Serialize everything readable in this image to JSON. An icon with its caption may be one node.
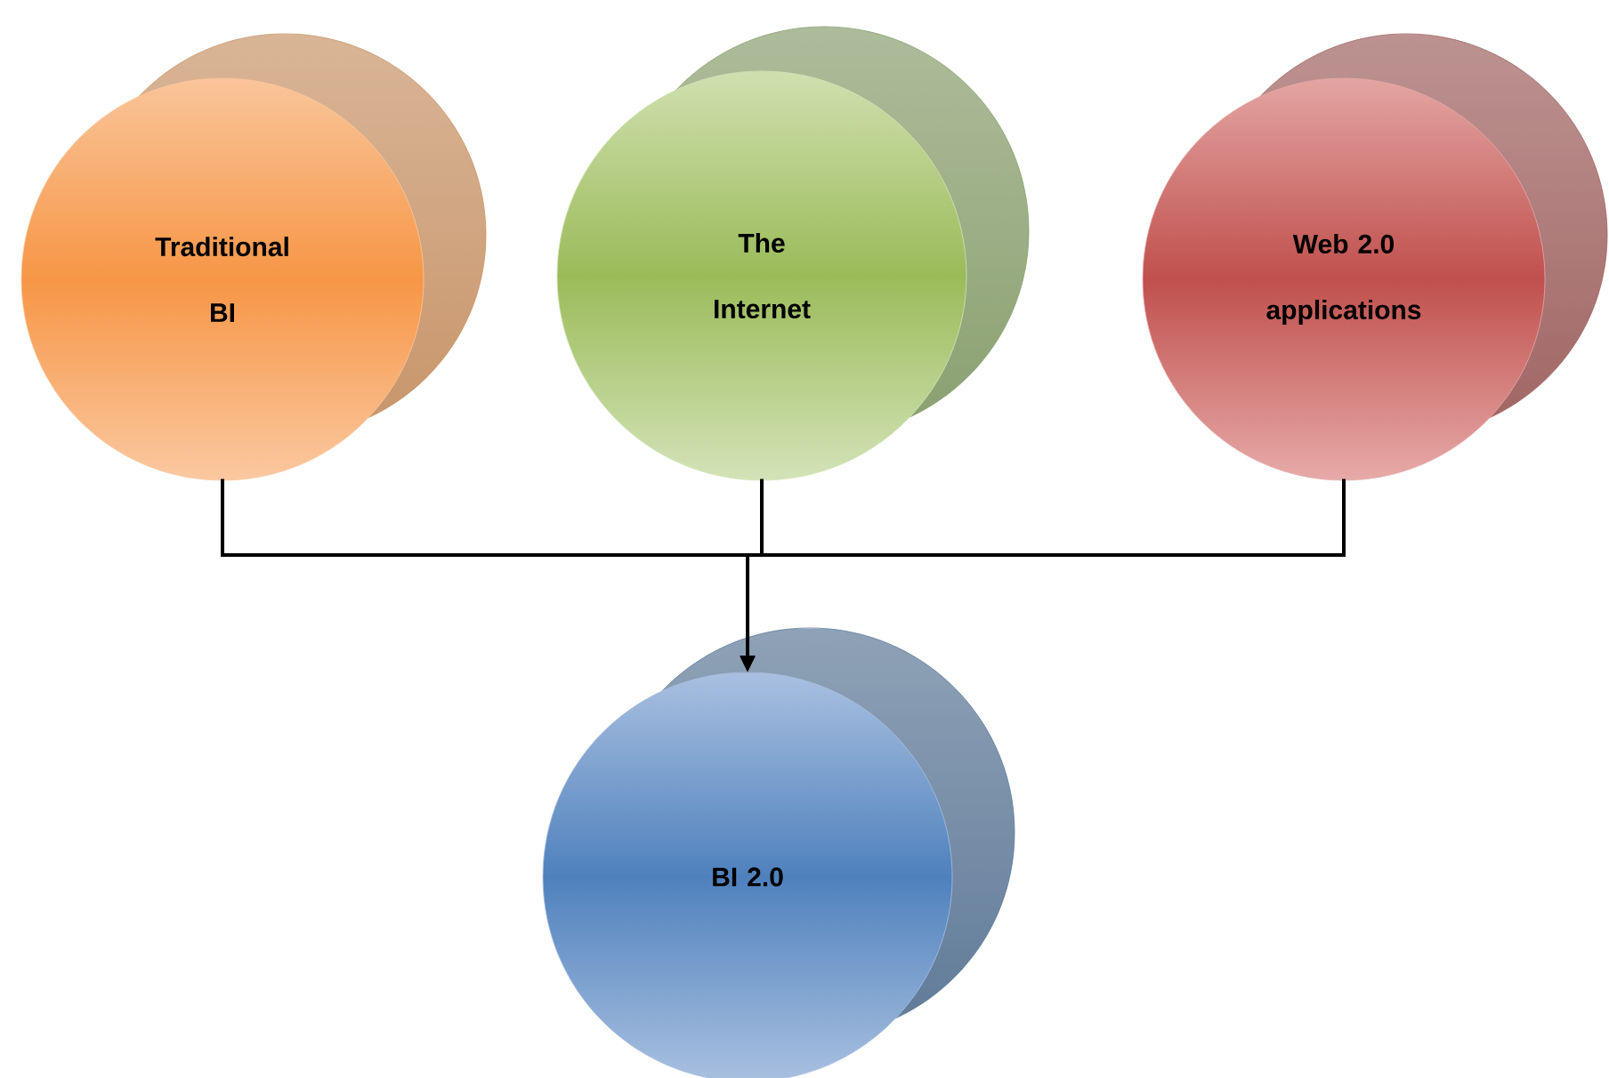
{
  "diagram": {
    "nodes": [
      {
        "text": [
          "Traditional BI"
        ]
      },
      {
        "text": [
          "The Internet"
        ]
      },
      {
        "text": [
          "Web 2.0 applications"
        ]
      },
      {
        "text": [
          "BI 2.0"
        ]
      }
    ],
    "edges": [
      {
        "from": 0,
        "to": 3,
        "arrow": "to"
      },
      {
        "from": 1,
        "to": 3,
        "arrow": "to"
      },
      {
        "from": 2,
        "to": 3,
        "arrow": "to"
      }
    ]
  }
}
